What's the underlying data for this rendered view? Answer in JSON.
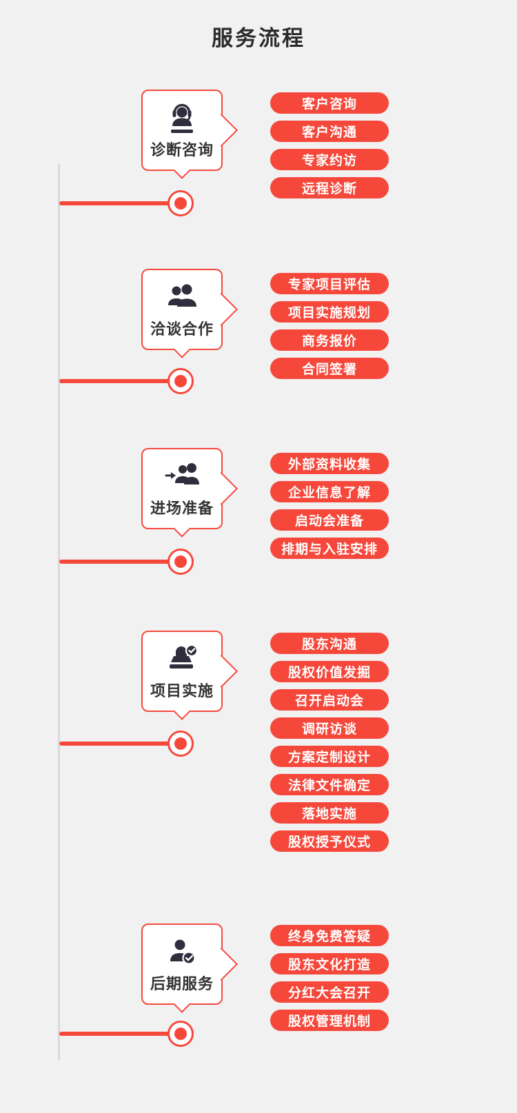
{
  "page": {
    "title": "服务流程"
  },
  "colors": {
    "accent": "#f5483b",
    "icon": "#2e2e3c",
    "line_gray": "#d9d9d9",
    "bg": "#f1f1f2"
  },
  "stages": [
    {
      "label": "诊断咨询",
      "icon": "headset-person-icon",
      "pills": [
        "客户咨询",
        "客户沟通",
        "专家约访",
        "远程诊断"
      ]
    },
    {
      "label": "洽谈合作",
      "icon": "two-persons-icon",
      "pills": [
        "专家项目评估",
        "项目实施规划",
        "商务报价",
        "合同签署"
      ]
    },
    {
      "label": "进场准备",
      "icon": "group-enter-icon",
      "pills": [
        "外部资料收集",
        "企业信息了解",
        "启动会准备",
        "排期与入驻安排"
      ]
    },
    {
      "label": "项目实施",
      "icon": "stamp-check-icon",
      "pills": [
        "股东沟通",
        "股权价值发掘",
        "召开启动会",
        "调研访谈",
        "方案定制设计",
        "法律文件确定",
        "落地实施",
        "股权授予仪式"
      ]
    },
    {
      "label": "后期服务",
      "icon": "person-check-icon",
      "pills": [
        "终身免费答疑",
        "股东文化打造",
        "分红大会召开",
        "股权管理机制"
      ]
    }
  ]
}
